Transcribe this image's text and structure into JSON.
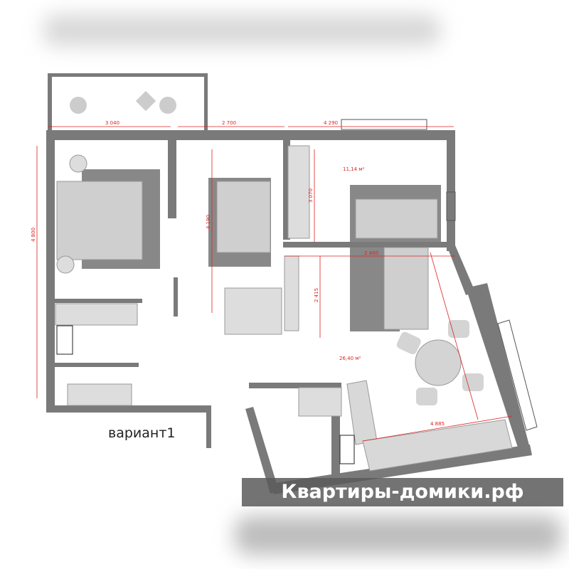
{
  "plan": {
    "dimensions": {
      "top_left": "3 040",
      "top_middle": "2 700",
      "top_right": "4 290",
      "left_height": "4 800",
      "bedroom2_height": "4 190",
      "bedroom3_height": "3 070",
      "hall_width": "2 400",
      "hall_height": "2 415",
      "kitchen_length": "4 885"
    },
    "areas": {
      "bedroom3": "11,14 м²",
      "kitchen_living": "26,40 м²"
    },
    "caption": "вариант1"
  },
  "watermark": "Квартиры-домики.рф",
  "colors": {
    "wall": "#7a7a7a",
    "dimension": "#dd2222",
    "furniture": "#cfcfcf"
  }
}
